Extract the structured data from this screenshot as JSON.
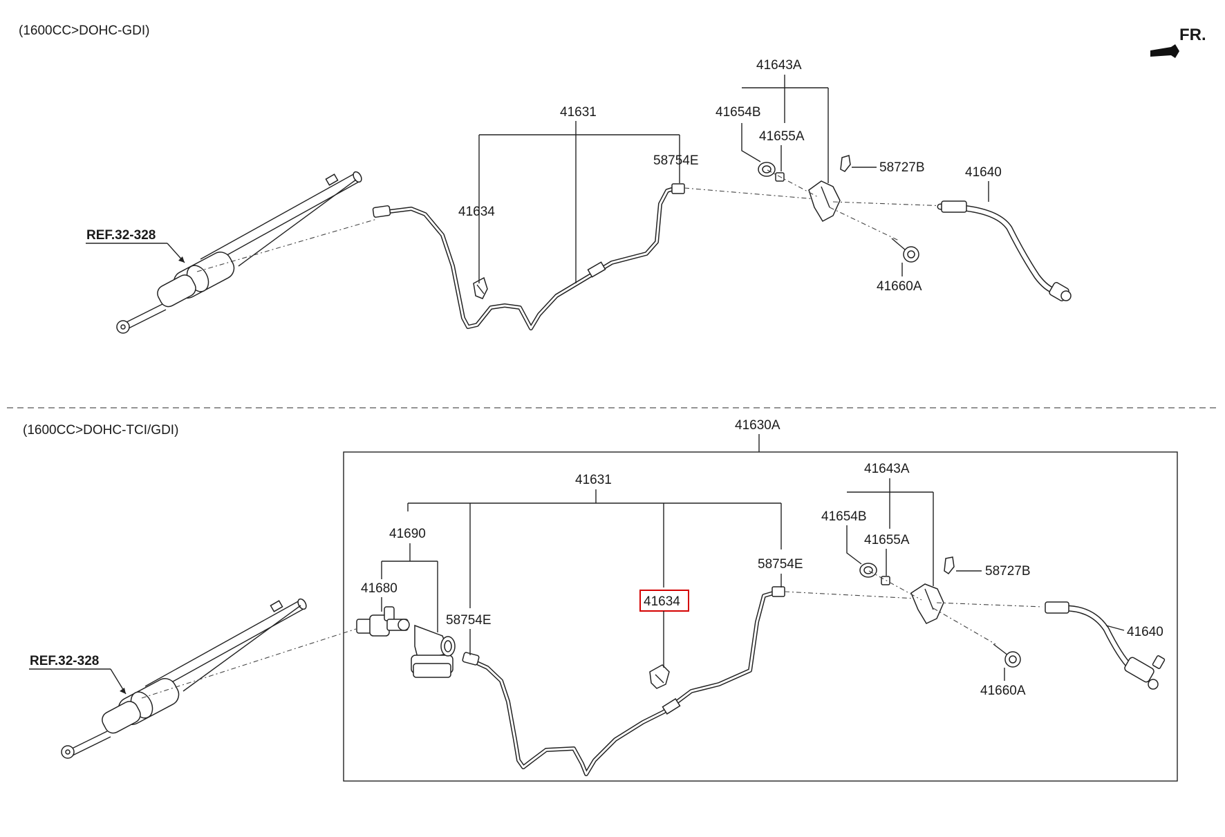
{
  "top_section": {
    "header": "(1600CC>DOHC-GDI)",
    "ref": "REF.32-328",
    "labels": {
      "p41631": "41631",
      "p41634": "41634",
      "p58754E": "58754E",
      "p41643A": "41643A",
      "p41654B": "41654B",
      "p41655A": "41655A",
      "p58727B": "58727B",
      "p41640": "41640",
      "p41660A": "41660A"
    }
  },
  "bottom_section": {
    "header": "(1600CC>DOHC-TCI/GDI)",
    "ref": "REF.32-328",
    "labels": {
      "p41630A": "41630A",
      "p41631": "41631",
      "p41690": "41690",
      "p41680": "41680",
      "p58754E_left": "58754E",
      "p41634": "41634",
      "p58754E_right": "58754E",
      "p41643A": "41643A",
      "p41654B": "41654B",
      "p41655A": "41655A",
      "p58727B": "58727B",
      "p41640": "41640",
      "p41660A": "41660A"
    }
  },
  "direction_indicator": "FR.",
  "highlighted_part": "41634",
  "colors": {
    "highlight": "#d40000",
    "line": "#222222"
  }
}
